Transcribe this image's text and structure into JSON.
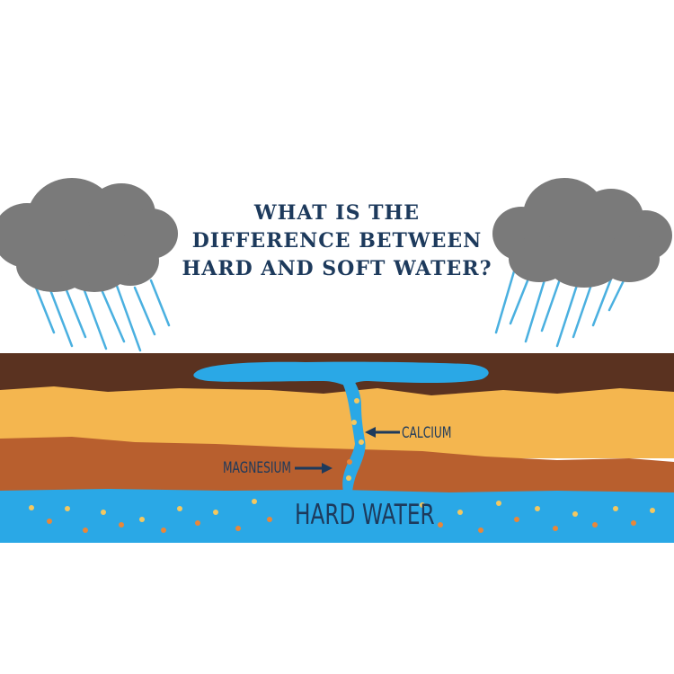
{
  "title": {
    "line1": "WHAT IS THE",
    "line2": "DIFFERENCE BETWEEN",
    "line3": "HARD AND SOFT WATER?"
  },
  "labels": {
    "calcium": "CALCIUM",
    "magnesium": "MAGNESIUM",
    "hard_water": "HARD WATER"
  },
  "colors": {
    "background": "#ffffff",
    "cloud": "#7a7a7a",
    "rain": "#4ab0e0",
    "topsoil": "#5a3220",
    "sand": "#f4b64f",
    "clay": "#b85f2e",
    "water": "#2aa8e6",
    "mineral_orange": "#e8873a",
    "mineral_yellow": "#f3c860",
    "text": "#1d3a5c"
  }
}
